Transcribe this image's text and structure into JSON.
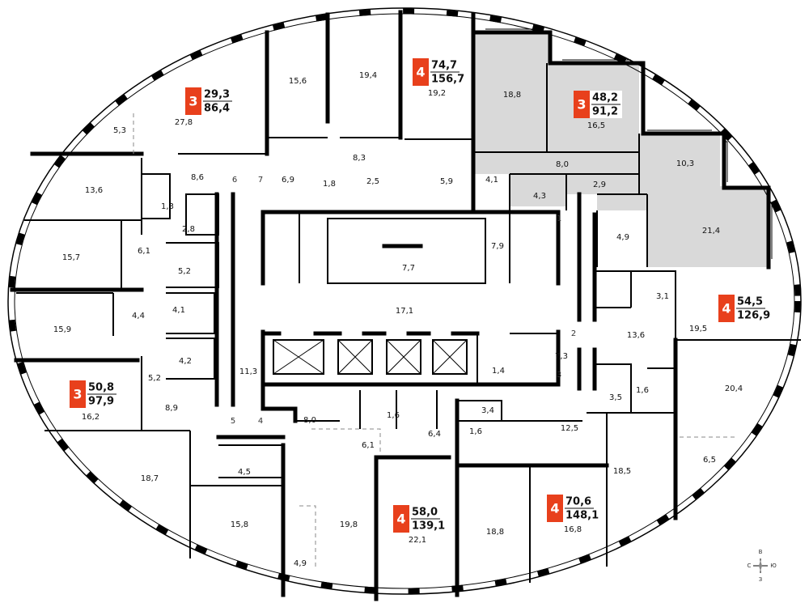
{
  "colors": {
    "accent": "#e8401c",
    "highlight": "#d9d9d9",
    "wall": "#000000"
  },
  "apartments": [
    {
      "rooms": "3",
      "living": "29,3",
      "total": "86,4"
    },
    {
      "rooms": "4",
      "living": "74,7",
      "total": "156,7"
    },
    {
      "rooms": "3",
      "living": "48,2",
      "total": "91,2"
    },
    {
      "rooms": "4",
      "living": "54,5",
      "total": "126,9"
    },
    {
      "rooms": "3",
      "living": "50,8",
      "total": "97,9"
    },
    {
      "rooms": "4",
      "living": "58,0",
      "total": "139,1"
    },
    {
      "rooms": "4",
      "living": "70,6",
      "total": "148,1"
    }
  ],
  "rooms": [
    "15,6",
    "19,4",
    "19,2",
    "18,8",
    "16,5",
    "5,3",
    "27,8",
    "8,6",
    "13,6",
    "1,3",
    "2,8",
    "6,1",
    "15,7",
    "5,2",
    "4,1",
    "4,4",
    "15,9",
    "4,2",
    "5,2",
    "16,2",
    "8,9",
    "11,3",
    "6,9",
    "8,3",
    "1,8",
    "2,5",
    "5,9",
    "4,1",
    "8,0",
    "4,3",
    "2,9",
    "10,3",
    "4,9",
    "21,4",
    "7,9",
    "7,7",
    "17,1",
    "1,4",
    "7,3",
    "3,1",
    "19,5",
    "13,6",
    "20,4",
    "1,6",
    "3,5",
    "12,5",
    "18,5",
    "6,5",
    "3,4",
    "1,6",
    "1,6",
    "6,4",
    "8,0",
    "6,1",
    "4,5",
    "18,7",
    "15,8",
    "19,8",
    "4,9",
    "22,1",
    "18,8",
    "16,8"
  ],
  "markers": [
    "6",
    "7",
    "1",
    "2",
    "3",
    "5",
    "4"
  ],
  "compass": {
    "north": "С",
    "south": "Ю",
    "east": "В",
    "west": "З"
  }
}
